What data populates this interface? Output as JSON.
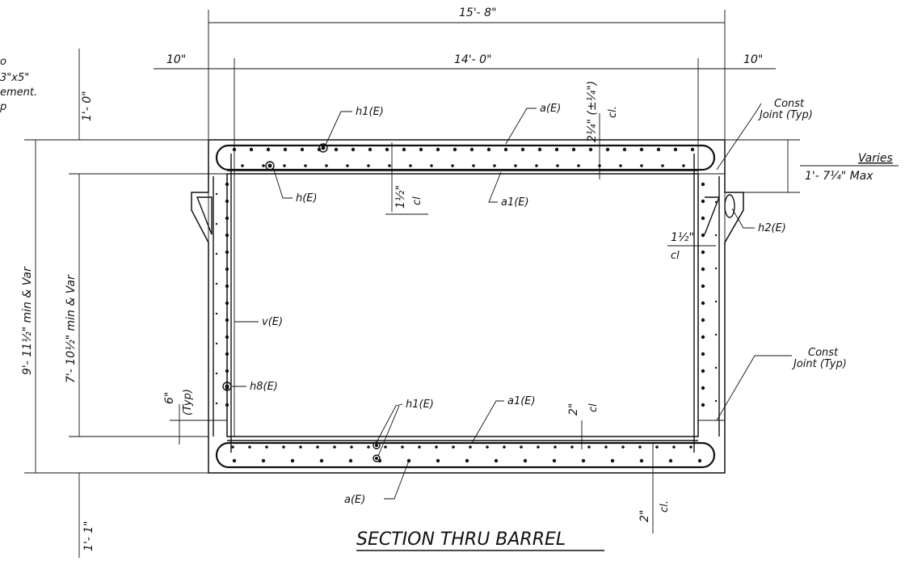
{
  "dimensions": {
    "overall_width": "15'- 8\"",
    "inner_width": "14'- 0\"",
    "wall_left": "10\"",
    "wall_right": "10\"",
    "top_slab": "1'- 0\"",
    "overall_height": "9'- 11½\" min & Var",
    "inner_height": "7'- 10½\" min & Var",
    "bottom_slab": "1'- 1\"",
    "varies": "Varies",
    "varies_max": "1'- 7¼\" Max",
    "top_cover": "2¼\" (±¼\")",
    "top_cover_cl": "cl.",
    "top_inner_cover": "1½\"",
    "top_inner_cl": "cl",
    "wall_cover": "1½\"",
    "wall_cover_cl": "cl",
    "corner_typ": "6\"",
    "corner_typ_label": "(Typ)",
    "bot_inner_cover": "2\"",
    "bot_inner_cl": "cl",
    "bot_outer_cover": "2\"",
    "bot_outer_cl": "cl."
  },
  "labels": {
    "h1_top": "h1(E)",
    "a_top": "a(E)",
    "h": "h(E)",
    "a1_top": "a1(E)",
    "h2": "h2(E)",
    "v": "v(E)",
    "h8": "h8(E)",
    "h1_bot": "h1(E)",
    "a1_bot": "a1(E)",
    "a_bot": "a(E)",
    "const_joint_top_1": "Const",
    "const_joint_top_2": "Joint (Typ)",
    "const_joint_bot_1": "Const",
    "const_joint_bot_2": "Joint (Typ)"
  },
  "left_note": [
    "o",
    "3\"x5\"",
    "ement.",
    "p"
  ],
  "title": "SECTION THRU BARREL"
}
